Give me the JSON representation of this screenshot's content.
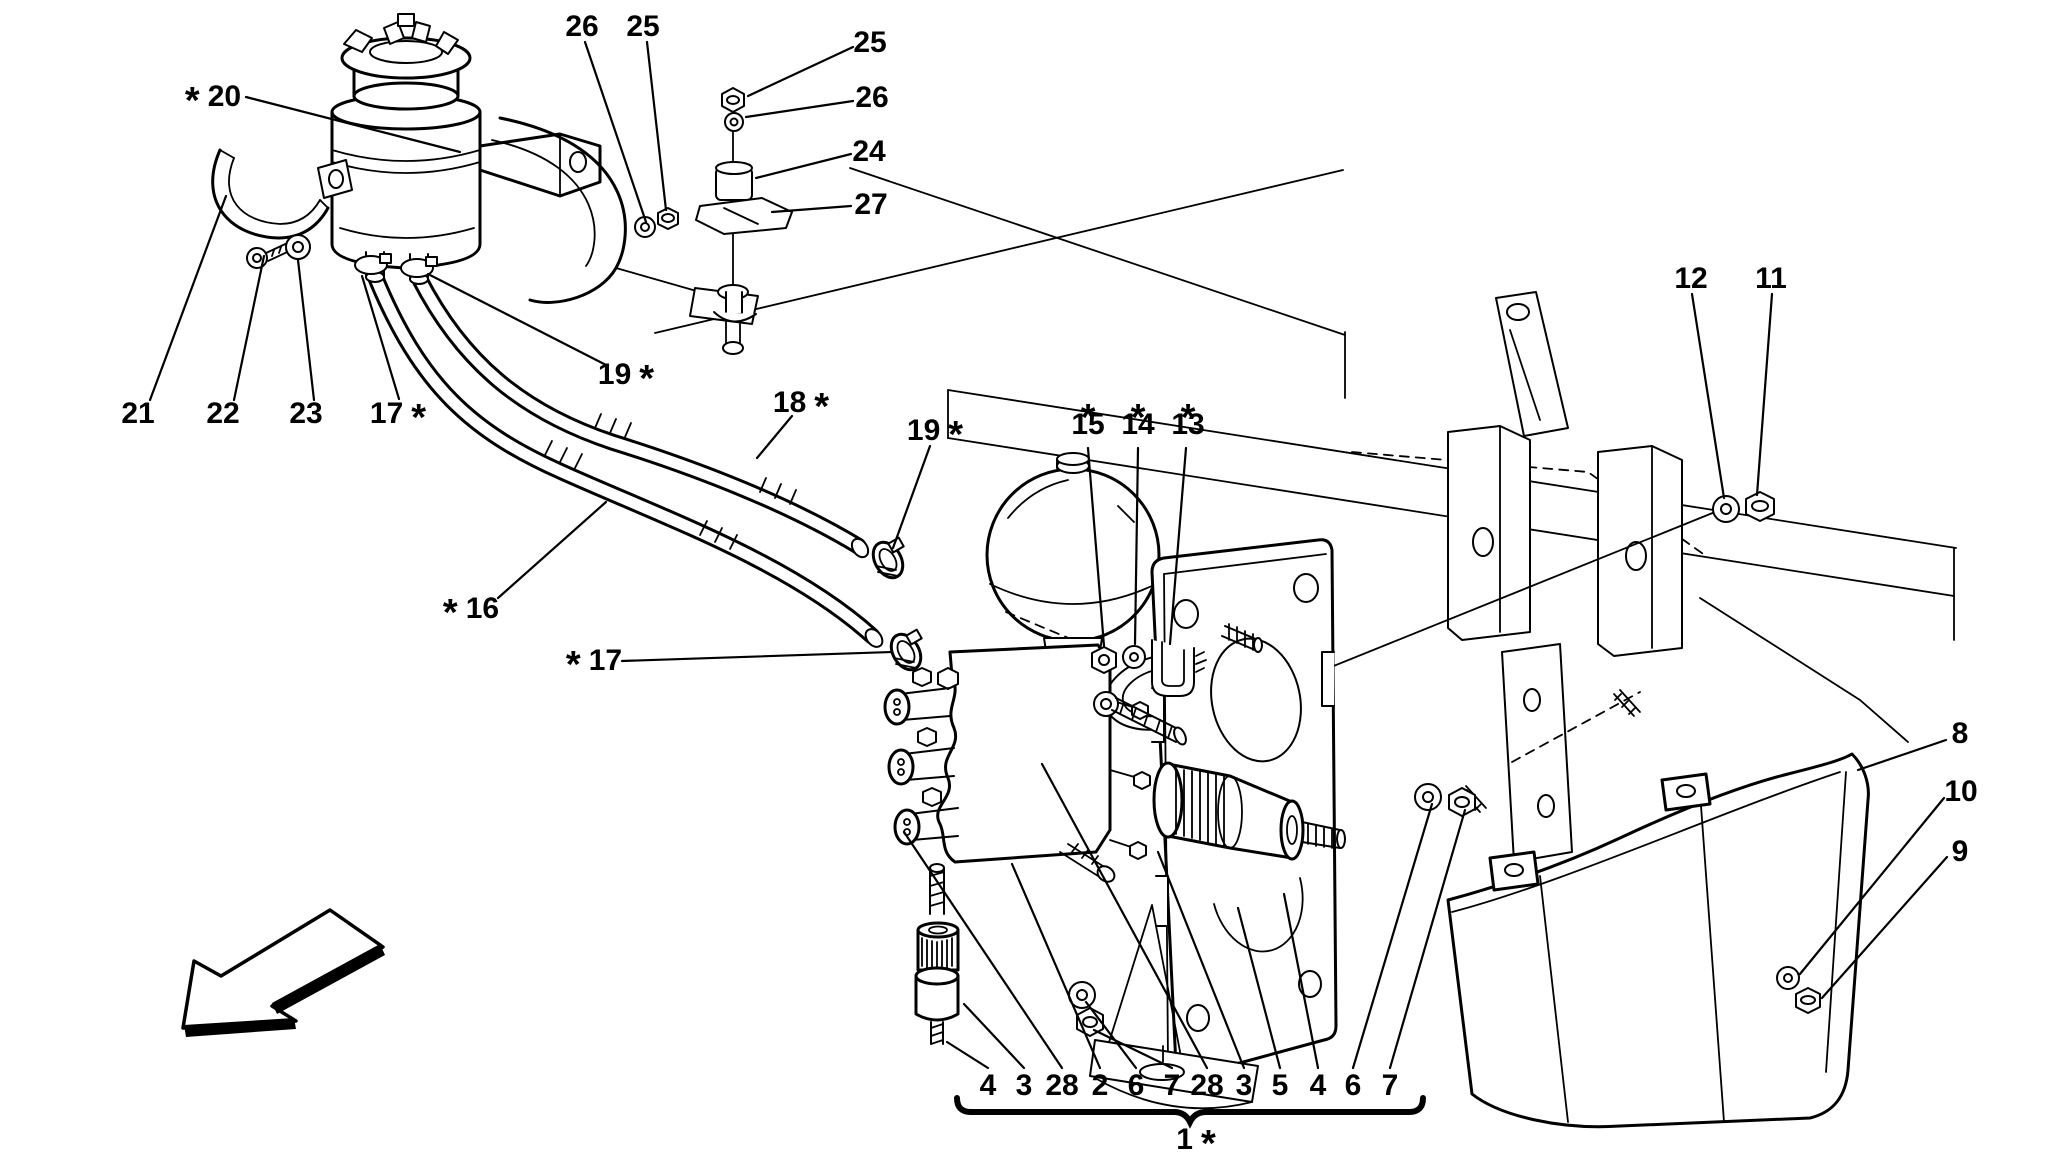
{
  "figure": {
    "background_color": "#ffffff",
    "line_color": "#000000",
    "text_color": "#000000"
  },
  "callouts": {
    "c20": {
      "star": "*",
      "num": "20"
    },
    "c26_top": {
      "num": "26"
    },
    "c25_top": {
      "num": "25"
    },
    "c25_right": {
      "num": "25"
    },
    "c26_right": {
      "num": "26"
    },
    "c24": {
      "num": "24"
    },
    "c27": {
      "num": "27"
    },
    "c21": {
      "num": "21"
    },
    "c22": {
      "num": "22"
    },
    "c23": {
      "num": "23"
    },
    "c17_left": {
      "num": "17",
      "star": "*"
    },
    "c19_mid": {
      "num": "19",
      "star": "*"
    },
    "c18": {
      "num": "18",
      "star": "*"
    },
    "c19_sphere": {
      "num": "19",
      "star": "*"
    },
    "c16": {
      "star": "*",
      "num": "16"
    },
    "c17_mid": {
      "star": "*",
      "num": "17"
    },
    "c15": {
      "star": "*",
      "num": "15"
    },
    "c14": {
      "star": "*",
      "num": "14"
    },
    "c13": {
      "star": "*",
      "num": "13"
    },
    "c12": {
      "num": "12"
    },
    "c11": {
      "num": "11"
    },
    "c8": {
      "num": "8"
    },
    "c10": {
      "num": "10"
    },
    "c9": {
      "num": "9"
    }
  },
  "bottom_row": {
    "labels": [
      "4",
      "3",
      "28",
      "2",
      "6",
      "7",
      "28",
      "3",
      "5",
      "4",
      "6",
      "7"
    ],
    "group": {
      "num": "1",
      "star": "*"
    }
  }
}
